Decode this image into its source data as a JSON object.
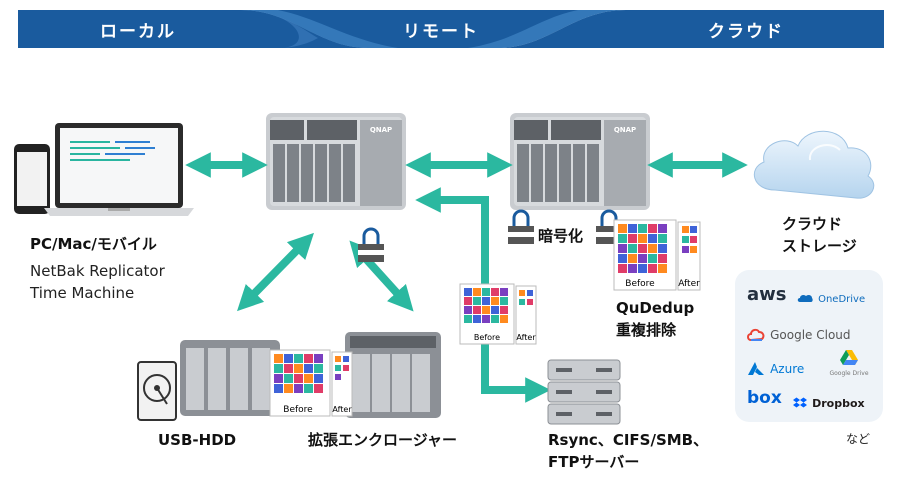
{
  "banner": {
    "local": "ローカル",
    "remote": "リモート",
    "cloud": "クラウド",
    "color": "#1a5b9e"
  },
  "nodes": {
    "pc": {
      "title": "PC/Mac/モバイル",
      "apps": [
        "NetBak Replicator",
        "Time Machine"
      ]
    },
    "encryption": "暗号化",
    "cloud_storage": [
      "クラウド",
      "ストレージ"
    ],
    "qudedup": [
      "QuDedup",
      "重複排除"
    ],
    "usb_hdd": "USB-HDD",
    "expansion": "拡張エンクロージャー",
    "servers": [
      "Rsync、CIFS/SMB、",
      "FTPサーバー"
    ],
    "before_label": "Before",
    "after_label": "After",
    "nas_brand": "QNAP"
  },
  "cloud_services": {
    "aws": "aws",
    "onedrive": "OneDrive",
    "google_cloud": "Google Cloud",
    "azure": "Azure",
    "google_drive": "Google Drive",
    "box": "box",
    "dropbox": "Dropbox",
    "etc": "など"
  },
  "colors": {
    "arrow": "#2bb8a0",
    "nas_body": "#c9ccd0",
    "nas_dark": "#7d8288"
  }
}
